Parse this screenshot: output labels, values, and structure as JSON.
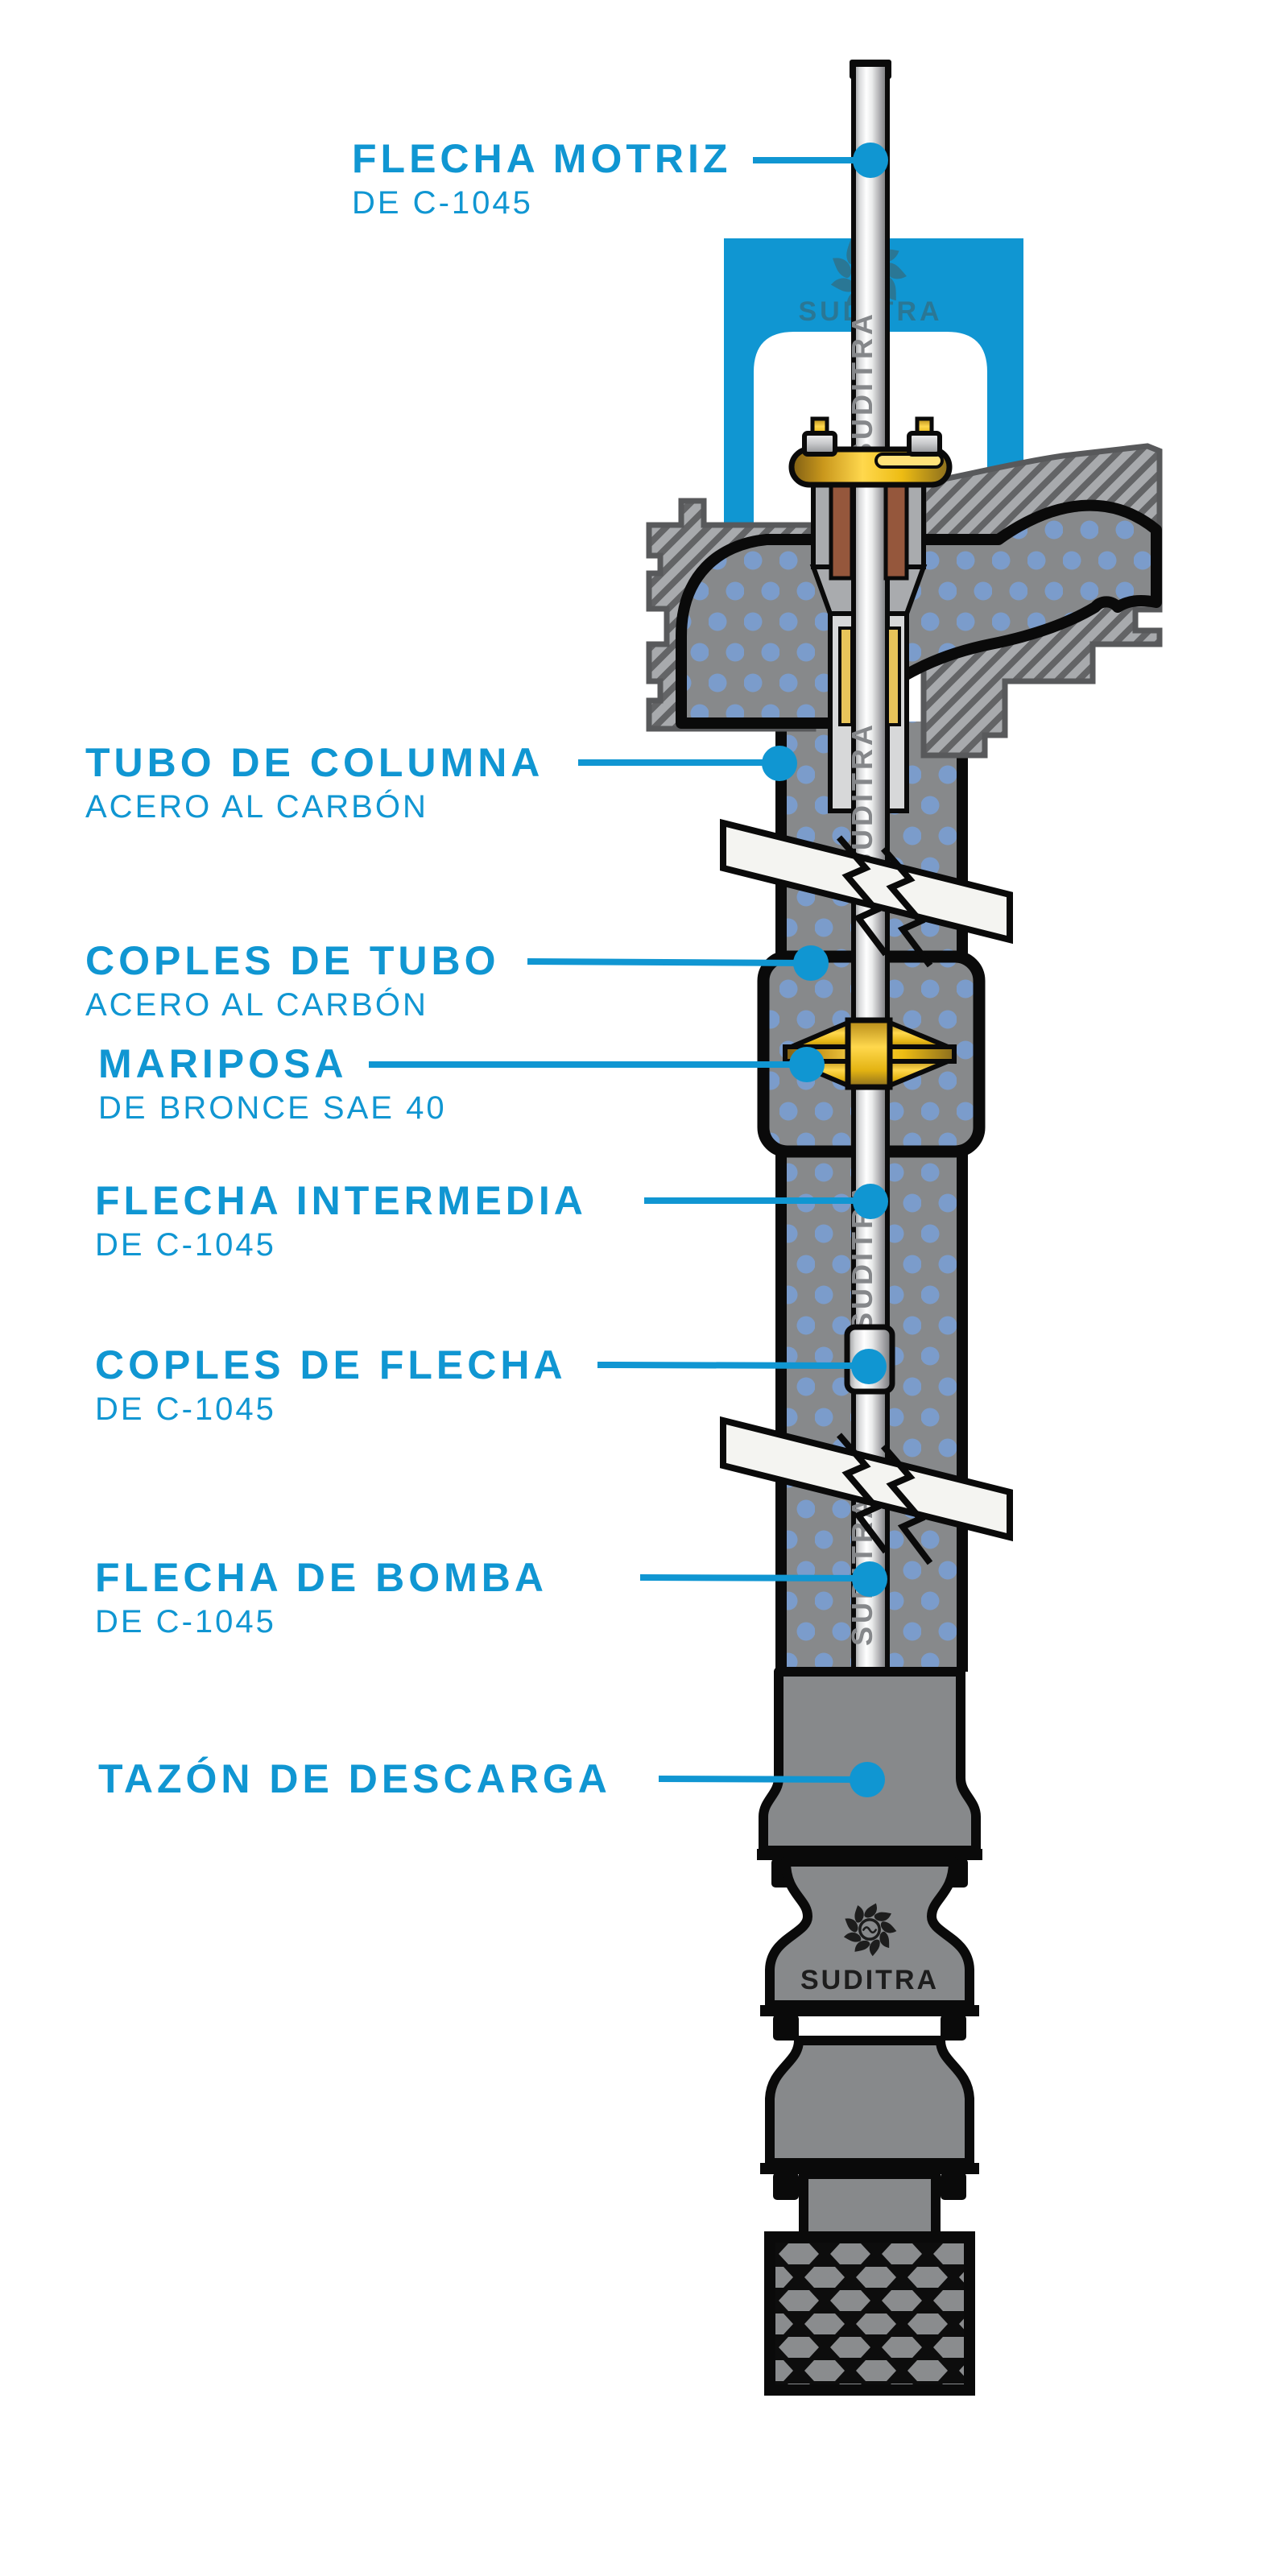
{
  "page": {
    "background": "#ffffff",
    "type": "vertical-turbine-pump-parts-diagram"
  },
  "brand": {
    "name": "SUDITRA"
  },
  "colors": {
    "accent_blue": "#1096d2",
    "bracket_blue": "#1096d2",
    "logo_blue": "#2a7795",
    "steel_gray": "#87898b",
    "dot_blue": "#7b9ccb",
    "hatch_light": "#a8aaad",
    "hatch_dark": "#636466",
    "gold": "#ffd84d",
    "bronze_dark": "#8a6d1e",
    "packing_brown": "#95573c",
    "outline_black": "#0a0a0a"
  },
  "labels": [
    {
      "id": "flecha-motriz",
      "title": "FLECHA MOTRIZ",
      "subtitle": "DE C-1045"
    },
    {
      "id": "tubo-de-columna",
      "title": "TUBO DE COLUMNA",
      "subtitle": "ACERO AL CARBÓN"
    },
    {
      "id": "coples-de-tubo",
      "title": "COPLES DE TUBO",
      "subtitle": "ACERO AL CARBÓN"
    },
    {
      "id": "mariposa",
      "title": "MARIPOSA",
      "subtitle": "DE BRONCE SAE 40"
    },
    {
      "id": "flecha-intermedia",
      "title": "FLECHA INTERMEDIA",
      "subtitle": "DE C-1045"
    },
    {
      "id": "coples-de-flecha",
      "title": "COPLES DE FLECHA",
      "subtitle": "DE C-1045"
    },
    {
      "id": "flecha-de-bomba",
      "title": "FLECHA DE BOMBA",
      "subtitle": "DE C-1045"
    },
    {
      "id": "tazon-de-descarga",
      "title": "TAZÓN DE DESCARGA",
      "subtitle": ""
    }
  ]
}
